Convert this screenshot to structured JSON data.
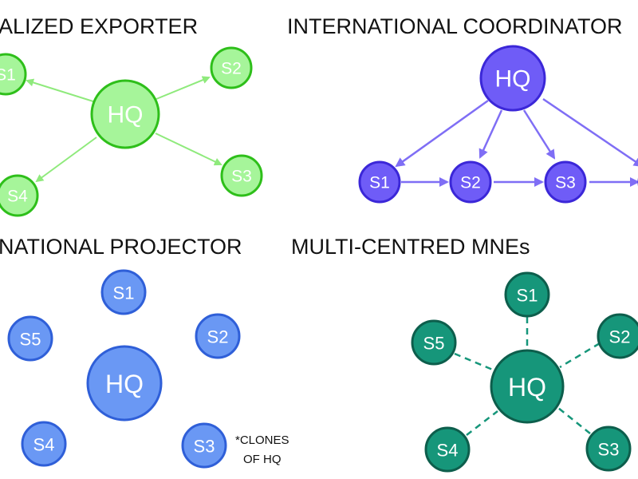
{
  "colors": {
    "green_fill": "#a6f59a",
    "green_stroke": "#2ebf1a",
    "green_arrow": "#8fea7c",
    "purple_fill": "#6f5cf7",
    "purple_stroke": "#3b27d8",
    "purple_arrow": "#7f6ef5",
    "blue_fill": "#6a98f4",
    "blue_stroke": "#2f5fd8",
    "teal_fill": "#16967a",
    "teal_stroke": "#0d5e4c",
    "teal_line": "#16967a"
  },
  "quadrants": {
    "centralized_exporter": {
      "title": "ALIZED EXPORTER",
      "hq": "HQ",
      "subsidiaries": [
        "S1",
        "S2",
        "S3",
        "S4"
      ]
    },
    "international_coordinator": {
      "title": "INTERNATIONAL COORDINATOR",
      "hq": "HQ",
      "subsidiaries": [
        "S1",
        "S2",
        "S3"
      ]
    },
    "national_projector": {
      "title": "NATIONAL PROJECTOR",
      "hq": "HQ",
      "subsidiaries": [
        "S1",
        "S2",
        "S3",
        "S4",
        "S5"
      ],
      "note_line1": "*CLONES",
      "note_line2": "OF HQ"
    },
    "multi_centred": {
      "title": "MULTI-CENTRED MNEs",
      "hq": "HQ",
      "subsidiaries": [
        "S1",
        "S2",
        "S3",
        "S4",
        "S5"
      ]
    }
  }
}
